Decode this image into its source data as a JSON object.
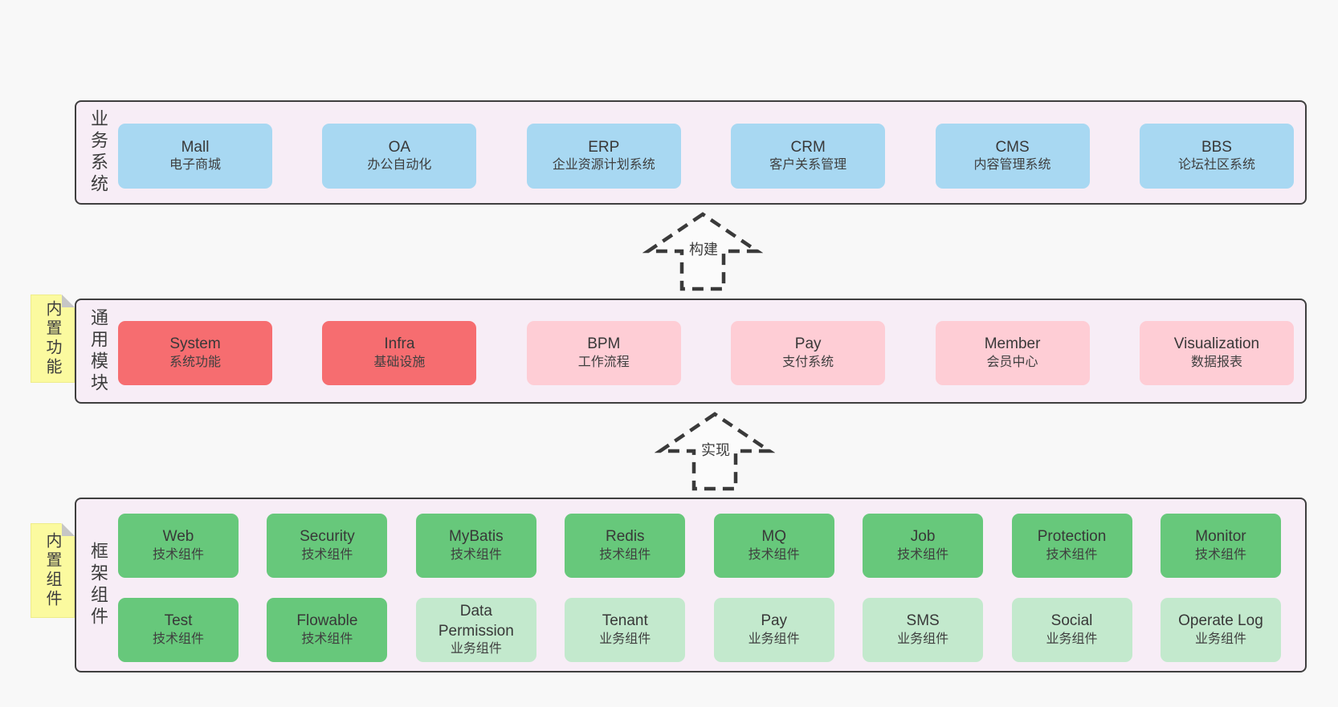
{
  "layers": [
    {
      "id": "business-systems",
      "label": "业务系统",
      "boxes": [
        {
          "name": "Mall",
          "desc": "电子商城",
          "type": "blue"
        },
        {
          "name": "OA",
          "desc": "办公自动化",
          "type": "blue"
        },
        {
          "name": "ERP",
          "desc": "企业资源计划系统",
          "type": "blue"
        },
        {
          "name": "CRM",
          "desc": "客户关系管理",
          "type": "blue"
        },
        {
          "name": "CMS",
          "desc": "内容管理系统",
          "type": "blue"
        },
        {
          "name": "BBS",
          "desc": "论坛社区系统",
          "type": "blue"
        }
      ]
    },
    {
      "id": "common-modules",
      "label": "通用模块",
      "sticky": "内置功能",
      "boxes": [
        {
          "name": "System",
          "desc": "系统功能",
          "type": "red"
        },
        {
          "name": "Infra",
          "desc": "基础设施",
          "type": "red"
        },
        {
          "name": "BPM",
          "desc": "工作流程",
          "type": "pink"
        },
        {
          "name": "Pay",
          "desc": "支付系统",
          "type": "pink"
        },
        {
          "name": "Member",
          "desc": "会员中心",
          "type": "pink"
        },
        {
          "name": "Visualization",
          "desc": "数据报表",
          "type": "pink"
        }
      ]
    },
    {
      "id": "framework-components",
      "label": "框架组件",
      "sticky": "内置组件",
      "rows": [
        [
          {
            "name": "Web",
            "desc": "技术组件",
            "type": "green"
          },
          {
            "name": "Security",
            "desc": "技术组件",
            "type": "green"
          },
          {
            "name": "MyBatis",
            "desc": "技术组件",
            "type": "green"
          },
          {
            "name": "Redis",
            "desc": "技术组件",
            "type": "green"
          },
          {
            "name": "MQ",
            "desc": "技术组件",
            "type": "green"
          },
          {
            "name": "Job",
            "desc": "技术组件",
            "type": "green"
          },
          {
            "name": "Protection",
            "desc": "技术组件",
            "type": "green"
          },
          {
            "name": "Monitor",
            "desc": "技术组件",
            "type": "green"
          }
        ],
        [
          {
            "name": "Test",
            "desc": "技术组件",
            "type": "green"
          },
          {
            "name": "Flowable",
            "desc": "技术组件",
            "type": "green"
          },
          {
            "name": "Data Permission",
            "desc": "业务组件",
            "type": "green-light"
          },
          {
            "name": "Tenant",
            "desc": "业务组件",
            "type": "green-light"
          },
          {
            "name": "Pay",
            "desc": "业务组件",
            "type": "green-light"
          },
          {
            "name": "SMS",
            "desc": "业务组件",
            "type": "green-light"
          },
          {
            "name": "Social",
            "desc": "业务组件",
            "type": "green-light"
          },
          {
            "name": "Operate Log",
            "desc": "业务组件",
            "type": "green-light"
          }
        ]
      ]
    }
  ],
  "arrows": [
    {
      "label": "构建"
    },
    {
      "label": "实现"
    }
  ],
  "colors": {
    "page_bg": "#f8f8f8",
    "container_bg": "#f7edf6",
    "container_border": "#3f3f3f",
    "blue": "#a8d8f2",
    "red": "#f66d70",
    "pink": "#fecdd5",
    "green_dark": "#67c87b",
    "green_light": "#c3e9cd",
    "sticky_yellow": "#fbfa9f",
    "text": "#3d3d3d"
  }
}
